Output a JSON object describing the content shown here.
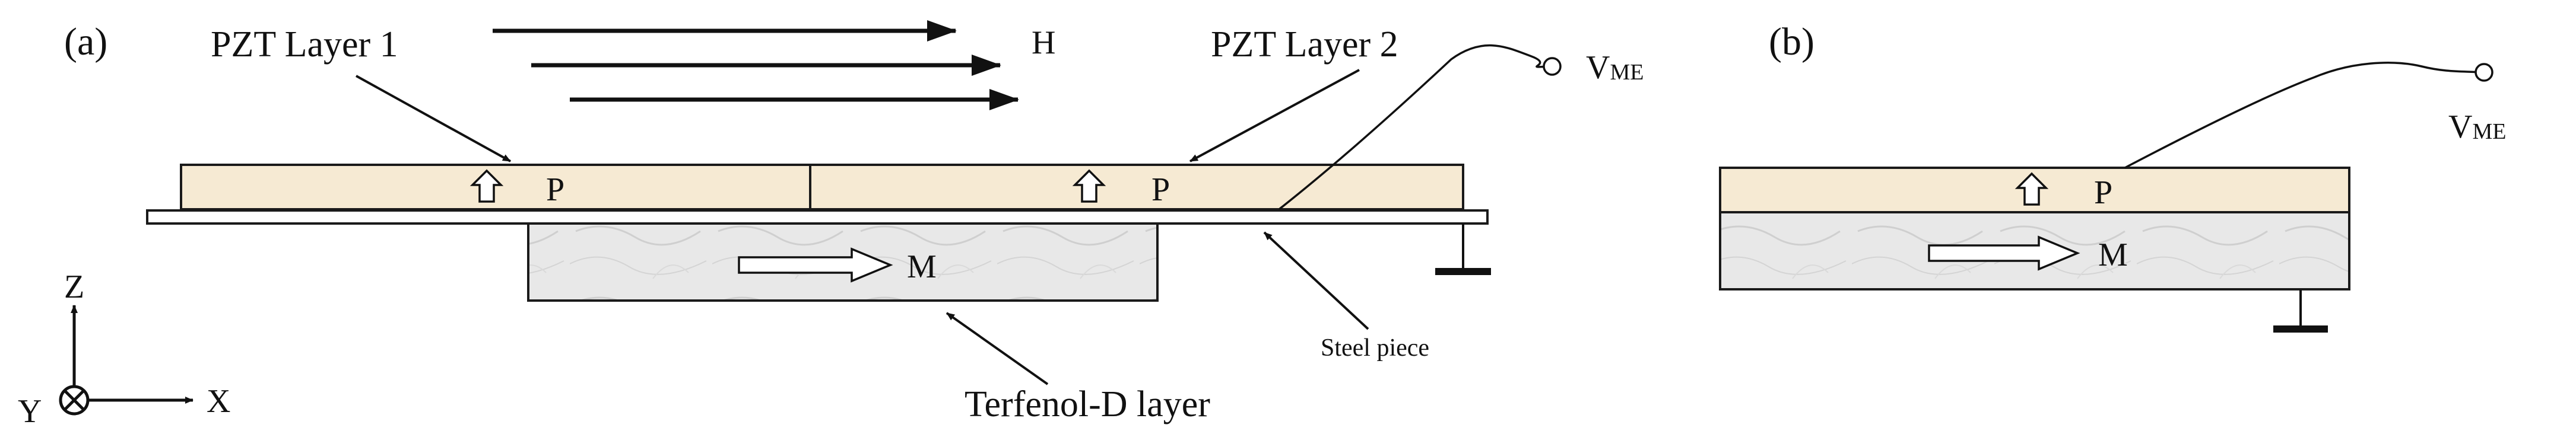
{
  "panel_a": {
    "label": "(a)",
    "pzt_layer_1": "PZT Layer 1",
    "pzt_layer_2": "PZT Layer 2",
    "field_symbol": "H",
    "polarization_symbol": "P",
    "magnetization_symbol": "M",
    "output_voltage_main": "V",
    "output_voltage_sub": "ME",
    "terfenol_label": "Terfenol-D layer",
    "steel_label": "Steel piece",
    "axes": {
      "z": "Z",
      "y": "Y",
      "x": "X"
    }
  },
  "panel_b": {
    "label": "(b)",
    "polarization_symbol": "P",
    "magnetization_symbol": "M",
    "output_voltage_main": "V",
    "output_voltage_sub": "ME"
  },
  "colors": {
    "pzt_fill": "#f6ead3",
    "terfenol_fill": "#e7e7e7",
    "line": "#1a1a1a"
  }
}
